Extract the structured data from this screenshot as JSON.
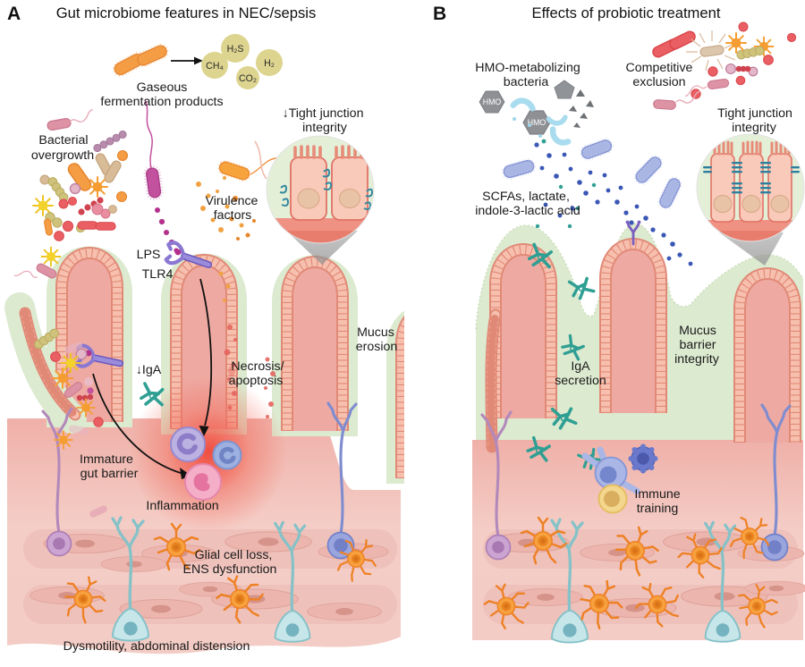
{
  "panelA": {
    "label": "A",
    "title": "Gut microbiome features in NEC/sepsis",
    "gas": {
      "h2s": "H₂S",
      "ch4": "CH₄",
      "co2": "CO₂",
      "h2": "H₂"
    },
    "gaseous_line1": "Gaseous",
    "gaseous_line2": "fermentation products",
    "overgrowth_line1": "Bacterial",
    "overgrowth_line2": "overgrowth",
    "tight_junction_line1": "↓Tight junction",
    "tight_junction_line2": "integrity",
    "virulence_line1": "Virulence",
    "virulence_line2": "factors",
    "lps": "LPS",
    "tlr4": "TLR4",
    "iga": "↓IgA",
    "necrosis_line1": "Necrosis/",
    "necrosis_line2": "apoptosis",
    "mucus_line1": "Mucus",
    "mucus_line2": "erosion",
    "immature_line1": "Immature",
    "immature_line2": "gut barrier",
    "inflammation": "Inflammation",
    "glial_line1": "Glial cell loss,",
    "glial_line2": "ENS dysfunction",
    "dysmotility": "Dysmotility, abdominal distension"
  },
  "panelB": {
    "label": "B",
    "title": "Effects of probiotic treatment",
    "hmo_line1": "HMO-metabolizing",
    "hmo_line2": "bacteria",
    "hmo_badge": "HMO",
    "competitive_line1": "Competitive",
    "competitive_line2": "exclusion",
    "tight_junction_line1": "Tight junction",
    "tight_junction_line2": "integrity",
    "scfa_line1": "SCFAs, lactate,",
    "scfa_line2": "indole-3-lactic acid",
    "iga_line1": "IgA",
    "iga_line2": "secretion",
    "mucus_line1": "Mucus",
    "mucus_line2": "barrier",
    "mucus_line3": "integrity",
    "immune_line1": "Immune",
    "immune_line2": "training"
  },
  "colors": {
    "mucus_green": "#dcead0",
    "epithelium_pink": "#f7c0ae",
    "epithelium_edge": "#e18977",
    "tissue_pink": "#f5d2cb",
    "inflammation_red": "#f0534a",
    "antibody_teal": "#2f9f93",
    "receptor_purple": "#8a78d2",
    "probiotic_blue": "#a9b6e3",
    "metabolite_blue": "#3a57b5",
    "glia_orange": "#f7a13e",
    "neuron_teal": "#c6e6ea",
    "hmo_gray": "#8f9094",
    "gas_khaki": "#ddd48f"
  }
}
